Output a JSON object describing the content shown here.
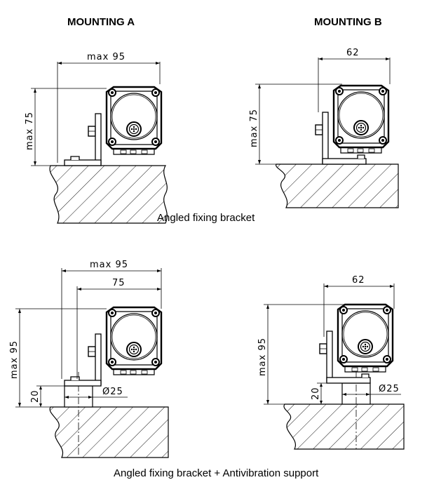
{
  "headings": {
    "mounting_a": "MOUNTING A",
    "mounting_b": "MOUNTING B"
  },
  "captions": {
    "bracket": "Angled fixing bracket",
    "bracket_antivibration": "Angled fixing bracket + Antivibration support"
  },
  "dimensions": {
    "a1_width": "max 95",
    "a1_height": "max 75",
    "b1_width": "62",
    "b1_height": "max 75",
    "a2_width_outer": "max 95",
    "a2_width_inner": "75",
    "a2_height": "max 95",
    "a2_support_height": "20",
    "a2_support_diameter": "Ø25",
    "b2_width": "62",
    "b2_height": "max 95",
    "b2_support_height": "20",
    "b2_support_diameter": "Ø25"
  }
}
